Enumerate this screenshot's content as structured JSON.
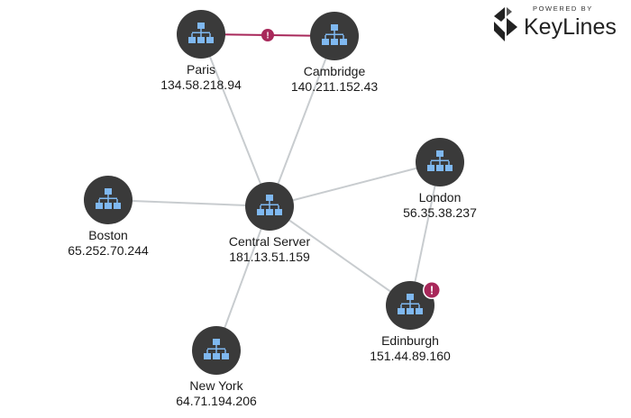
{
  "branding": {
    "powered_by": "POWERED BY",
    "product": "KeyLines"
  },
  "colors": {
    "node": "#3a3a3a",
    "icon": "#7fb8f0",
    "link": "#c8cccf",
    "alert": "#a8285a"
  },
  "nodes": [
    {
      "id": "paris",
      "name": "Paris",
      "ip": "134.58.218.94",
      "icon": "network-icon",
      "alert": false
    },
    {
      "id": "cambridge",
      "name": "Cambridge",
      "ip": "140.211.152.43",
      "icon": "network-icon",
      "alert": false
    },
    {
      "id": "boston",
      "name": "Boston",
      "ip": "65.252.70.244",
      "icon": "network-icon",
      "alert": false
    },
    {
      "id": "central",
      "name": "Central Server",
      "ip": "181.13.51.159",
      "icon": "network-icon",
      "alert": false
    },
    {
      "id": "london",
      "name": "London",
      "ip": "56.35.38.237",
      "icon": "network-icon",
      "alert": false
    },
    {
      "id": "edinburgh",
      "name": "Edinburgh",
      "ip": "151.44.89.160",
      "icon": "network-icon",
      "alert": true
    },
    {
      "id": "newyork",
      "name": "New York",
      "ip": "64.71.194.206",
      "icon": "network-icon",
      "alert": false
    }
  ],
  "links": [
    {
      "from": "paris",
      "to": "cambridge",
      "alert": true
    },
    {
      "from": "paris",
      "to": "central",
      "alert": false
    },
    {
      "from": "cambridge",
      "to": "central",
      "alert": false
    },
    {
      "from": "boston",
      "to": "central",
      "alert": false
    },
    {
      "from": "london",
      "to": "central",
      "alert": false
    },
    {
      "from": "edinburgh",
      "to": "central",
      "alert": false
    },
    {
      "from": "london",
      "to": "edinburgh",
      "alert": false
    },
    {
      "from": "newyork",
      "to": "central",
      "alert": false
    }
  ],
  "alert_glyph": "!"
}
